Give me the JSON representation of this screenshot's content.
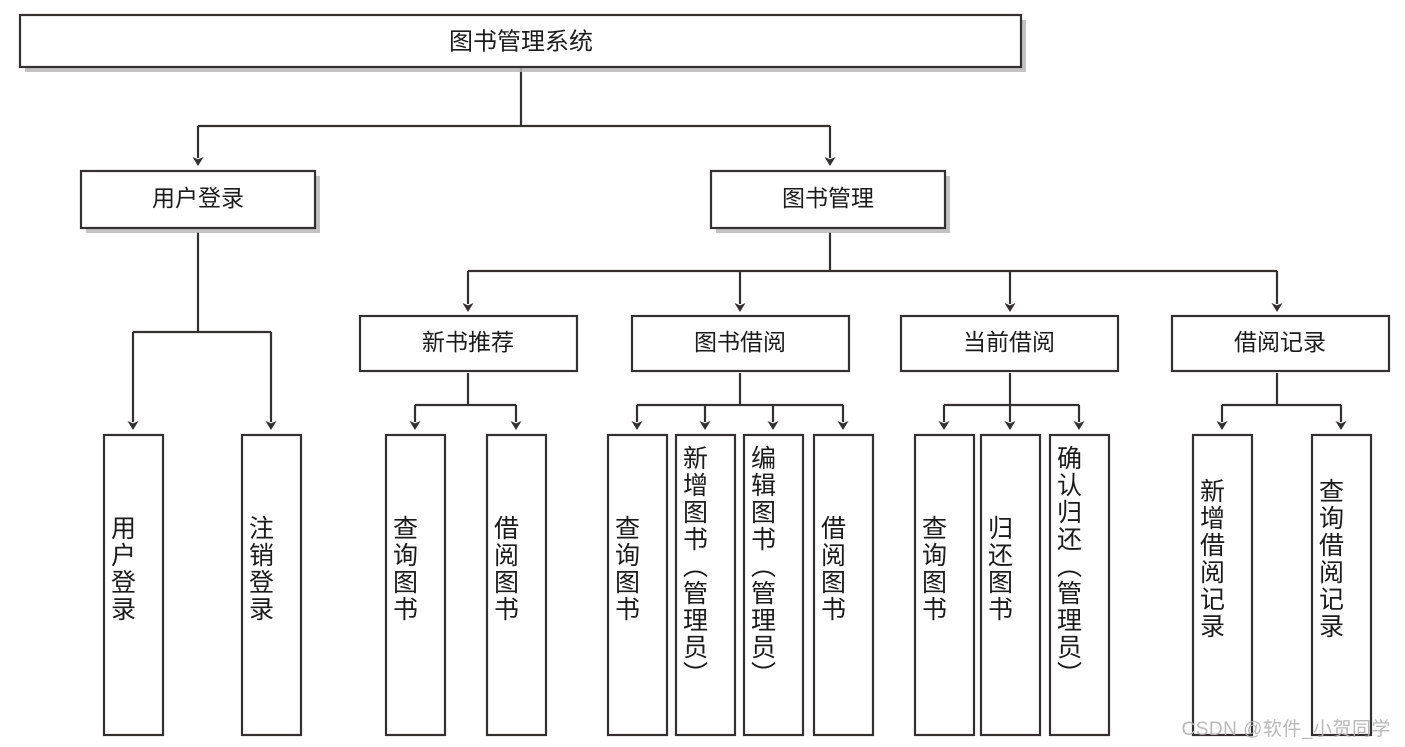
{
  "diagram": {
    "title": "图书管理系统",
    "watermark": "CSDN @软件_小贺同学",
    "colors": {
      "stroke": "#33302f",
      "fill": "#ffffff",
      "text": "#1b1b1b",
      "shadow": "#b9b9b9",
      "watermark": "#b4b4b4"
    },
    "level1": {
      "label": "图书管理系统"
    },
    "level2": [
      {
        "id": "user-login",
        "label": "用户登录"
      },
      {
        "id": "book-manage",
        "label": "图书管理"
      }
    ],
    "level3": [
      {
        "id": "new-book-recommend",
        "label": "新书推荐"
      },
      {
        "id": "book-borrow",
        "label": "图书借阅"
      },
      {
        "id": "current-borrow",
        "label": "当前借阅"
      },
      {
        "id": "borrow-record",
        "label": "借阅记录"
      }
    ],
    "leaves": [
      {
        "id": "leaf-user-login",
        "label": "用户登录",
        "parent": "user-login"
      },
      {
        "id": "leaf-logout-login",
        "label": "注销登录",
        "parent": "user-login"
      },
      {
        "id": "leaf-query-book-1",
        "label": "查询图书",
        "parent": "new-book-recommend"
      },
      {
        "id": "leaf-borrow-book-1",
        "label": "借阅图书",
        "parent": "new-book-recommend"
      },
      {
        "id": "leaf-query-book-2",
        "label": "查询图书",
        "parent": "book-borrow"
      },
      {
        "id": "leaf-add-book",
        "label": "新增图书（管理员）",
        "parent": "book-borrow"
      },
      {
        "id": "leaf-edit-book",
        "label": "编辑图书（管理员）",
        "parent": "book-borrow"
      },
      {
        "id": "leaf-borrow-book-2",
        "label": "借阅图书",
        "parent": "book-borrow"
      },
      {
        "id": "leaf-query-book-3",
        "label": "查询图书",
        "parent": "current-borrow"
      },
      {
        "id": "leaf-return-book",
        "label": "归还图书",
        "parent": "current-borrow"
      },
      {
        "id": "leaf-confirm-return",
        "label": "确认归还（管理员）",
        "parent": "current-borrow"
      },
      {
        "id": "leaf-add-record",
        "label": "新增借阅记录",
        "parent": "borrow-record"
      },
      {
        "id": "leaf-query-record",
        "label": "查询借阅记录",
        "parent": "borrow-record"
      }
    ]
  }
}
